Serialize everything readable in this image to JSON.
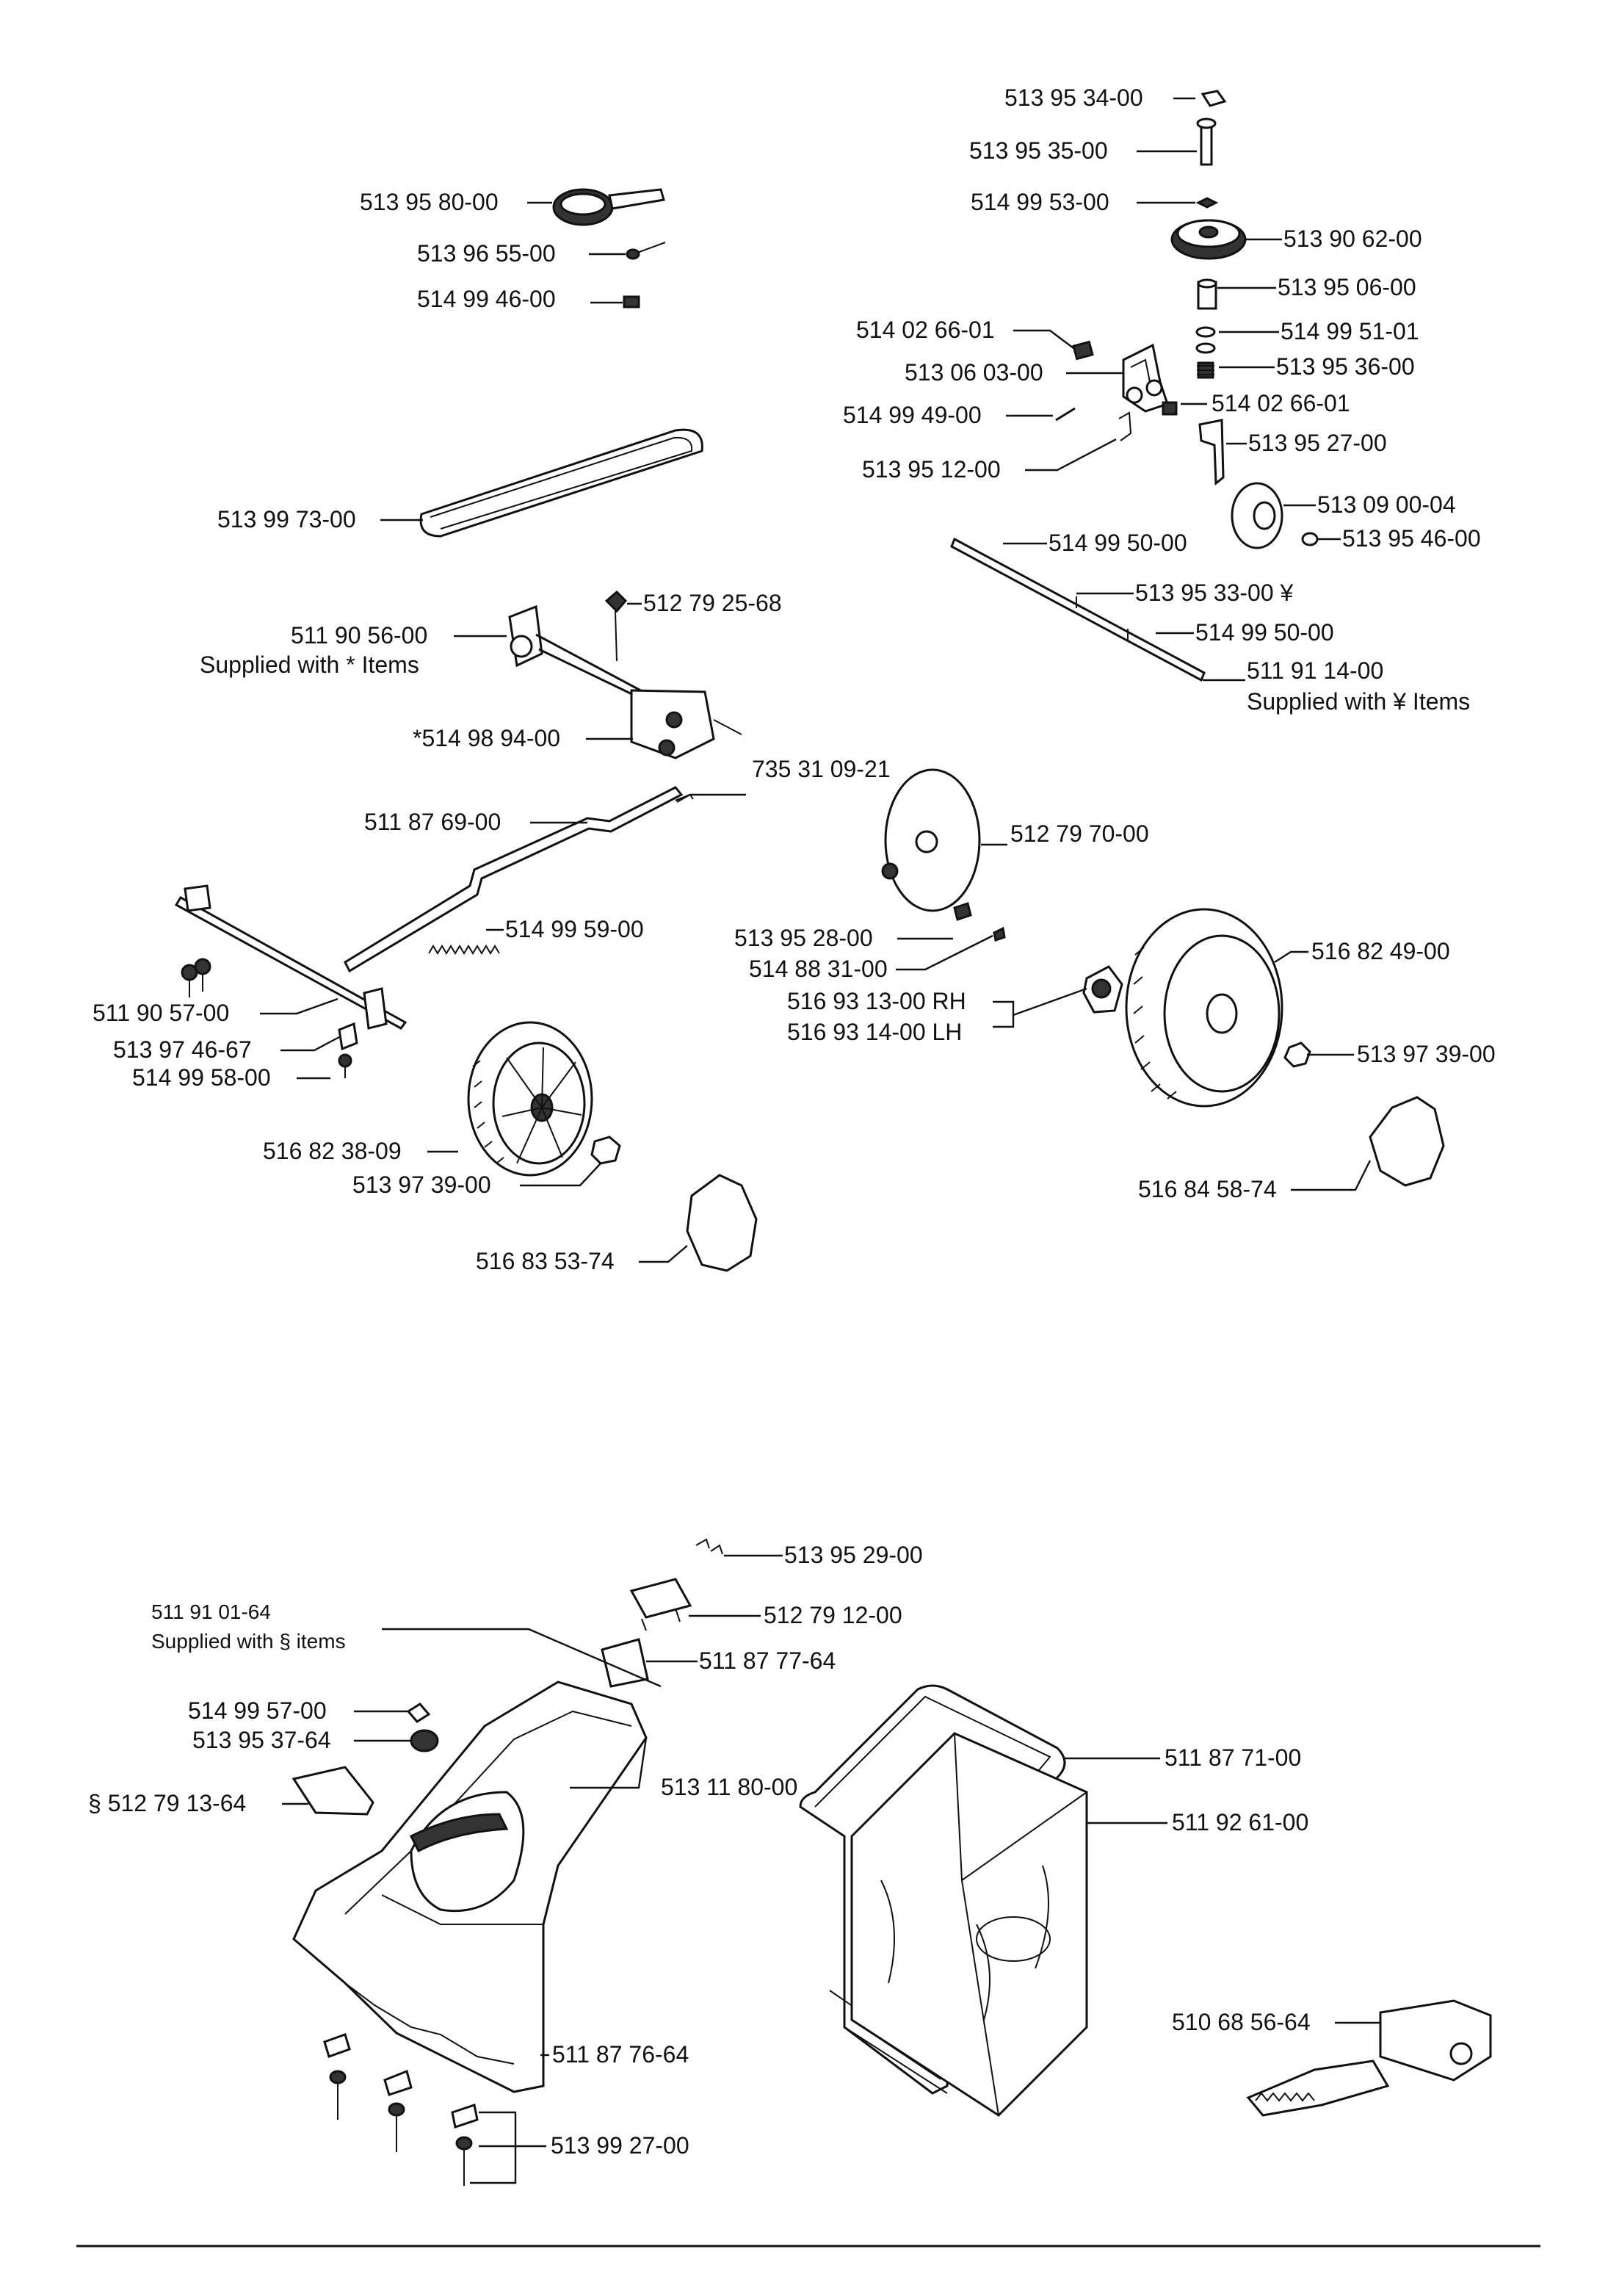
{
  "labels": {
    "l01": "513 95 34-00",
    "l02": "513 95 35-00",
    "l03": "514 99 53-00",
    "l04": "513 90 62-00",
    "l05": "513 95 06-00",
    "l06": "514 02 66-01",
    "l07": "514 99 51-01",
    "l08": "513 06 03-00",
    "l09": "513 95 36-00",
    "l10": "514 99 49-00",
    "l11": "514 02 66-01",
    "l12": "513 95 27-00",
    "l13": "513 95 12-00",
    "l14": "513 09 00-04",
    "l15": "513 95 46-00",
    "l16": "514 99 50-00",
    "l17": "513 95 33-00 ¥",
    "l18": "514 99 50-00",
    "l19": "511 91 14-00",
    "l20": "Supplied with ¥ Items",
    "l21": "513 95 80-00",
    "l22": "513 96 55-00",
    "l23": "514 99 46-00",
    "l24": "513 99 73-00",
    "l25": "512 79 25-68",
    "l26": "511 90 56-00",
    "l27": "Supplied with * Items",
    "l28": "*514 98 94-00",
    "l29": "735 31 09-21",
    "l30": "511 87 69-00",
    "l31": "512 79 70-00",
    "l32": "514 99 59-00",
    "l33": "513 95 28-00",
    "l34": "514 88 31-00",
    "l35": "516 82 49-00",
    "l36": "516 93 13-00 RH",
    "l37": "516 93 14-00 LH",
    "l38": "511 90 57-00",
    "l39": "513 97 46-67",
    "l40": "514 99 58-00",
    "l41": "513 97 39-00",
    "l42": "516 82 38-09",
    "l43": "513 97 39-00",
    "l44": "516 84 58-74",
    "l45": "516 83 53-74",
    "l46": "513 95 29-00",
    "l47": "511 91 01-64",
    "l48": "Supplied with § items",
    "l49": "512 79 12-00",
    "l50": "511 87 77-64",
    "l51": "514 99 57-00",
    "l52": "513 95 37-64",
    "l53": "511 87 71-00",
    "l54": "§ 512 79 13-64",
    "l55": "513 11 80-00",
    "l56": "511 92 61-00",
    "l57": "510 68 56-64",
    "l58": "511 87 76-64",
    "l59": "513 99 27-00"
  }
}
